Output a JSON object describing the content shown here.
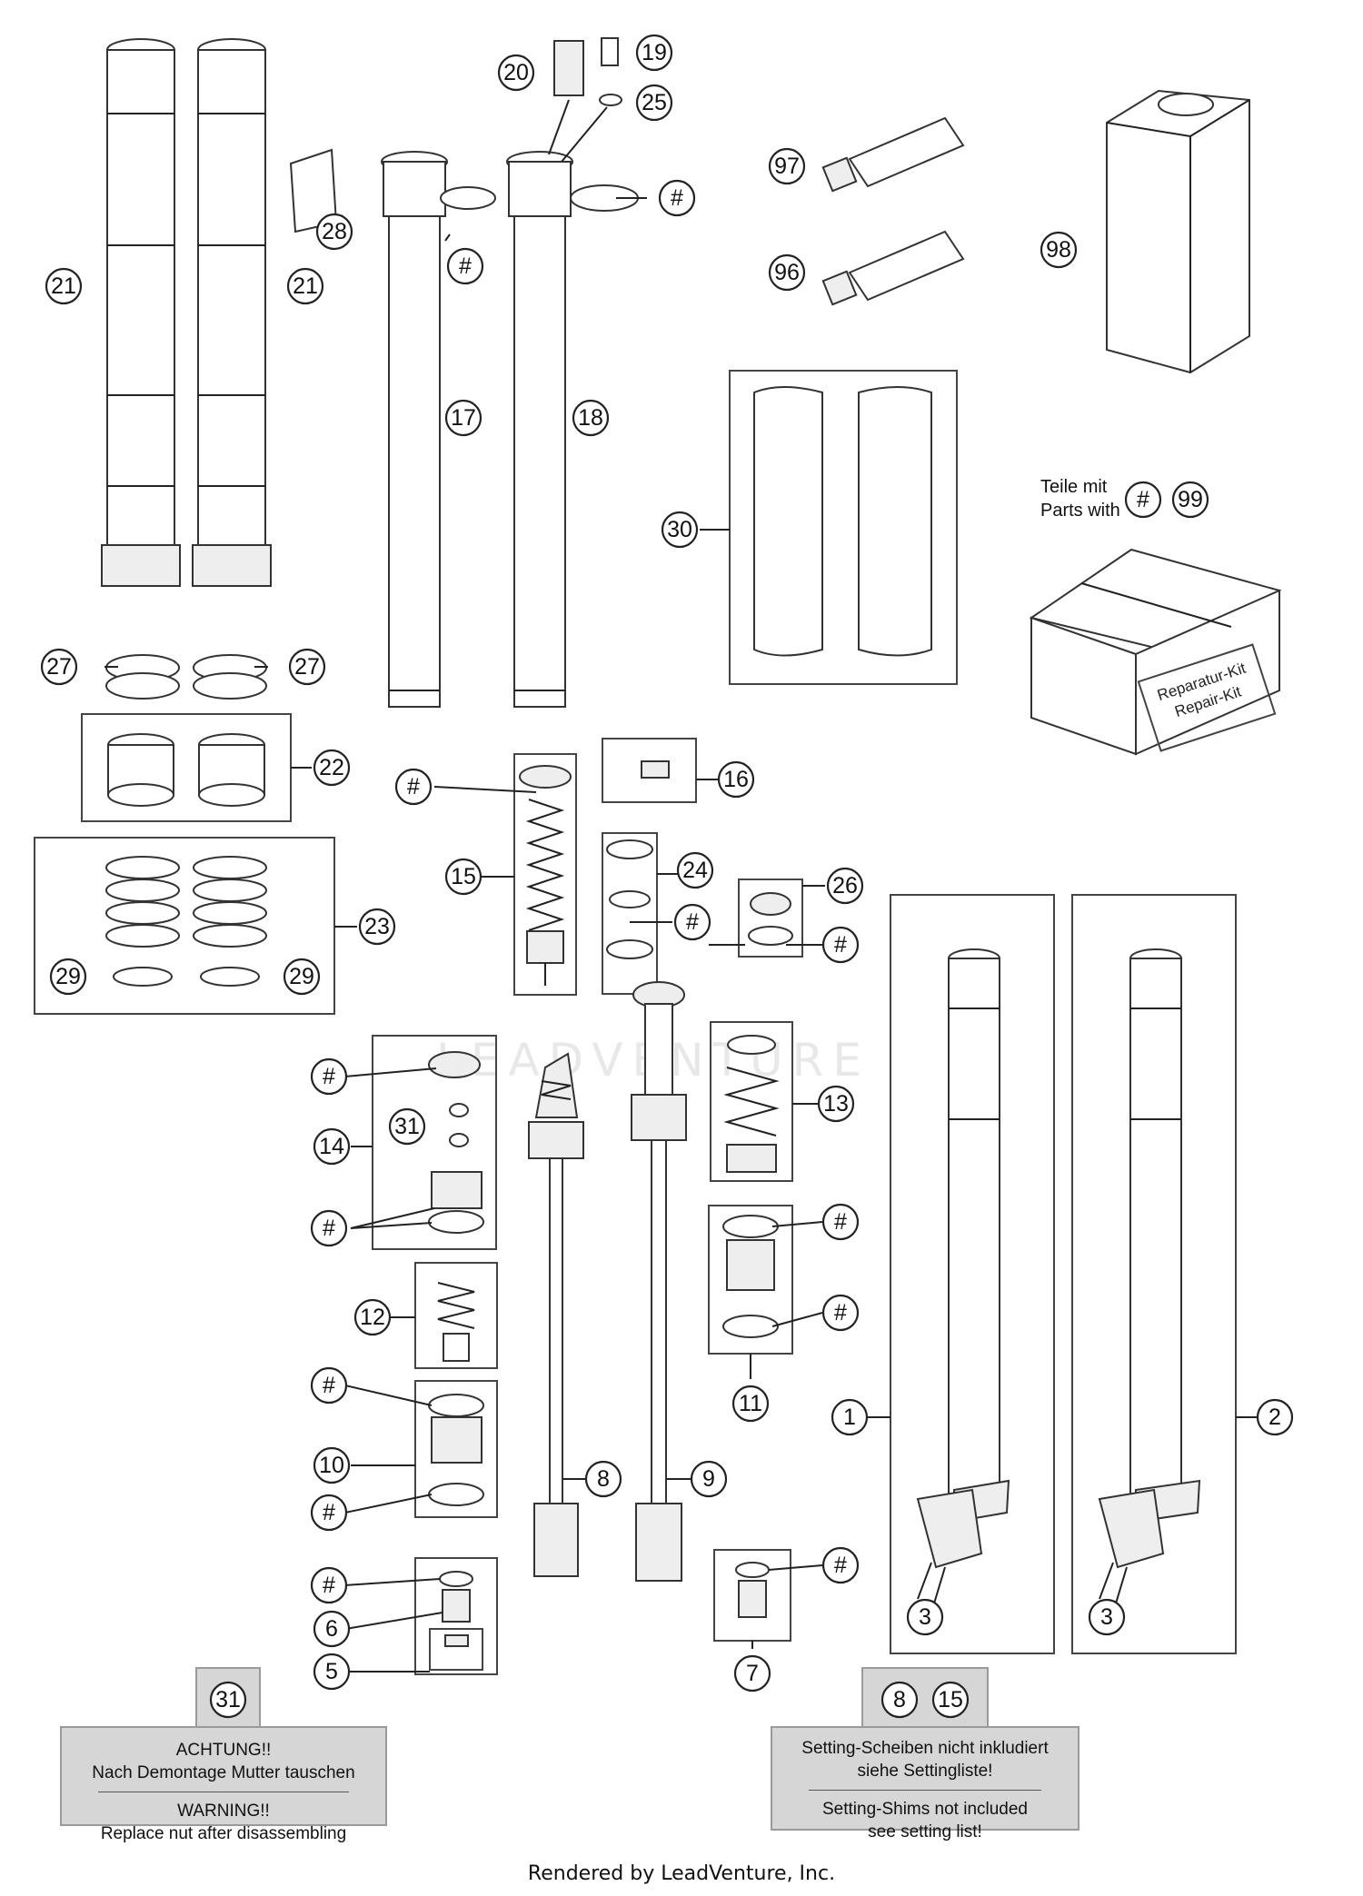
{
  "callouts": {
    "c1": "1",
    "c2": "2",
    "c3a": "3",
    "c3b": "3",
    "c5": "5",
    "c6": "6",
    "c7": "7",
    "c8": "8",
    "c9": "9",
    "c10": "10",
    "c11": "11",
    "c12": "12",
    "c13": "13",
    "c14": "14",
    "c15": "15",
    "c16": "16",
    "c17": "17",
    "c18": "18",
    "c19": "19",
    "c20": "20",
    "c21a": "21",
    "c21b": "21",
    "c22": "22",
    "c23": "23",
    "c24": "24",
    "c25": "25",
    "c26": "26",
    "c27a": "27",
    "c27b": "27",
    "c28": "28",
    "c29a": "29",
    "c29b": "29",
    "c30": "30",
    "c31": "31",
    "c96": "96",
    "c97": "97",
    "c98": "98",
    "c99": "99",
    "hash": "#"
  },
  "parts_with": {
    "line1": "Teile mit",
    "line2": "Parts with"
  },
  "repair_kit": {
    "line1": "Reparatur-Kit",
    "line2": "Repair-Kit"
  },
  "watermark": "LEADVENTURE",
  "note_31": {
    "tab": "31",
    "de_title": "ACHTUNG!!",
    "de_text": "Nach Demontage Mutter tauschen",
    "en_title": "WARNING!!",
    "en_text": "Replace nut after disassembling"
  },
  "note_8_15": {
    "tab1": "8",
    "tab2": "15",
    "de_line1": "Setting-Scheiben nicht inkludiert",
    "de_line2": "siehe Settingliste!",
    "en_line1": "Setting-Shims not included",
    "en_line2": "see setting list!"
  },
  "footer": "Rendered by LeadVenture, Inc."
}
